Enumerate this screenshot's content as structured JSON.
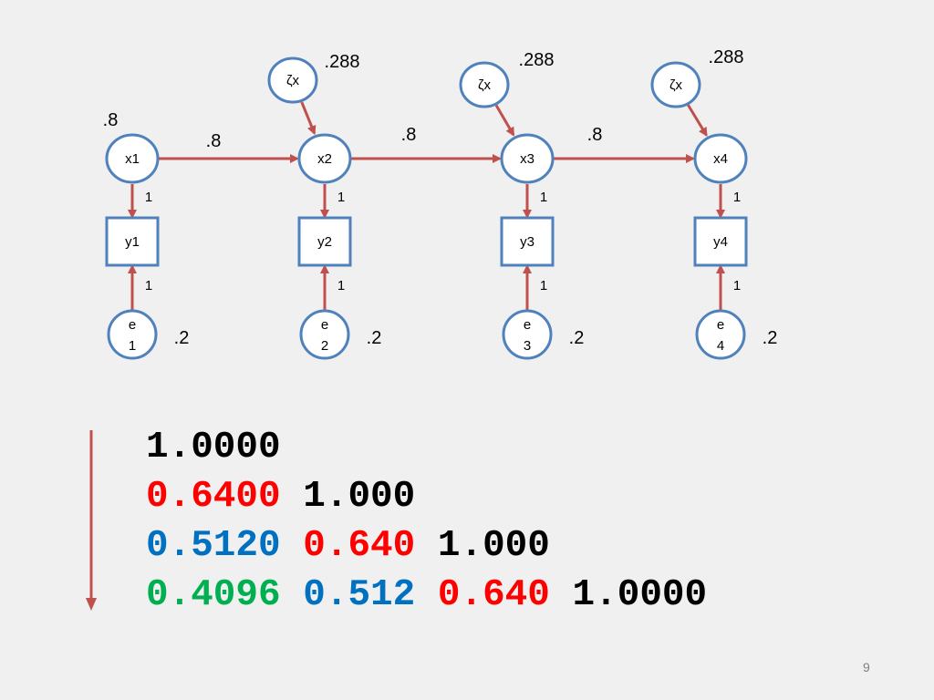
{
  "colors": {
    "arrow": "#c0504d",
    "node_stroke": "#4f81bd",
    "node_fill": "#ffffff",
    "black": "#000000",
    "red": "#ff0000",
    "blue": "#0070c0",
    "green": "#00b050"
  },
  "diagram": {
    "latents": [
      {
        "label": "x1",
        "variance": ".8",
        "loading": "1"
      },
      {
        "label": "x2",
        "loading": "1"
      },
      {
        "label": "x3",
        "loading": "1"
      },
      {
        "label": "x4",
        "loading": "1"
      }
    ],
    "observed": [
      "y1",
      "y2",
      "y3",
      "y4"
    ],
    "errors": [
      {
        "top": "e",
        "bottom": "1",
        "variance": ".2",
        "loading": "1"
      },
      {
        "top": "e",
        "bottom": "2",
        "variance": ".2",
        "loading": "1"
      },
      {
        "top": "e",
        "bottom": "3",
        "variance": ".2",
        "loading": "1"
      },
      {
        "top": "e",
        "bottom": "4",
        "variance": ".2",
        "loading": "1"
      }
    ],
    "disturbances": [
      {
        "label": "ζx",
        "variance": ".288"
      },
      {
        "label": "ζx",
        "variance": ".288"
      },
      {
        "label": "ζx",
        "variance": ".288"
      }
    ],
    "paths": [
      ".8",
      ".8",
      ".8"
    ]
  },
  "matrix": {
    "rows": [
      [
        {
          "text": "1.0000",
          "color": "black"
        }
      ],
      [
        {
          "text": "0.6400",
          "color": "red"
        },
        {
          "text": "1.000",
          "color": "black"
        }
      ],
      [
        {
          "text": "0.5120",
          "color": "blue"
        },
        {
          "text": "0.640",
          "color": "red"
        },
        {
          "text": "1.000",
          "color": "black"
        }
      ],
      [
        {
          "text": "0.4096",
          "color": "green"
        },
        {
          "text": "0.512",
          "color": "blue"
        },
        {
          "text": "0.640",
          "color": "red"
        },
        {
          "text": "1.0000",
          "color": "black"
        }
      ]
    ]
  },
  "page_number": "9"
}
